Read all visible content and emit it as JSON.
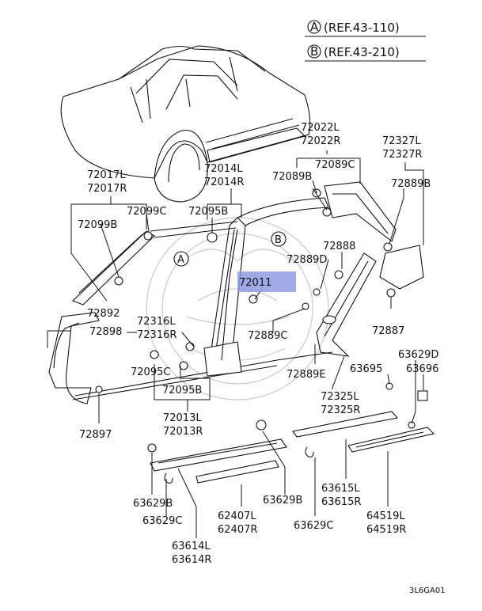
{
  "refs": {
    "a": {
      "letter": "A",
      "text": "(REF.43-110)"
    },
    "b": {
      "letter": "B",
      "text": "(REF.43-210)"
    }
  },
  "callouts": {
    "a": "A",
    "b": "B"
  },
  "labels": {
    "p72022": [
      "72022L",
      "72022R"
    ],
    "p72327": [
      "72327L",
      "72327R"
    ],
    "p72017": [
      "72017L",
      "72017R"
    ],
    "p72014": [
      "72014L",
      "72014R"
    ],
    "p72089C": "72089C",
    "p72089B_top": "72089B",
    "p72889B": "72889B",
    "p72099C": "72099C",
    "p72095B_top": "72095B",
    "p72099B": "72099B",
    "p72888": "72888",
    "p72889D": "72889D",
    "p72011": "72011",
    "p72892": "72892",
    "p72898": "72898",
    "p72316": [
      "72316L",
      "72316R"
    ],
    "p72889C": "72889C",
    "p72887": "72887",
    "p63629D": "63629D",
    "p63695": "63695",
    "p63696": "63696",
    "p72095C": "72095C",
    "p72889E": "72889E",
    "p72095B_bot": "72095B",
    "p72325": [
      "72325L",
      "72325R"
    ],
    "p72897": "72897",
    "p72013": [
      "72013L",
      "72013R"
    ],
    "p63629B_l": "63629B",
    "p63629B_r": "63629B",
    "p62407": [
      "62407L",
      "62407R"
    ],
    "p63615": [
      "63615L",
      "63615R"
    ],
    "p64519": [
      "64519L",
      "64519R"
    ],
    "p63629C_l": "63629C",
    "p63629C_r": "63629C",
    "p63614": [
      "63614L",
      "63614R"
    ]
  },
  "diagram_code": "3L6GA01",
  "highlight_color": "#8f9be0"
}
